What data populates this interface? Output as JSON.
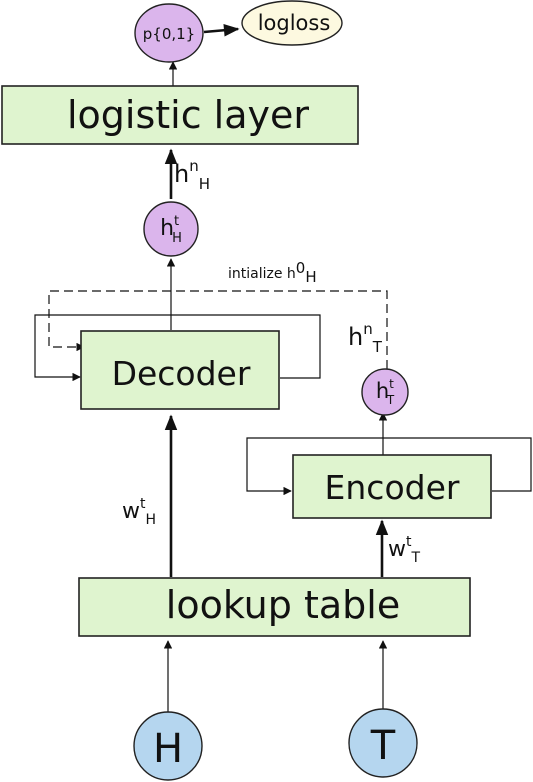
{
  "nodes": {
    "p01": "p{0,1}",
    "logloss": "logloss",
    "logistic_layer": "logistic layer",
    "decoder": "Decoder",
    "encoder": "Encoder",
    "lookup_table": "lookup table",
    "input_h": "H",
    "input_t": "T",
    "hidden_h": {
      "base": "h",
      "sup": "t",
      "sub": "H"
    },
    "hidden_t": {
      "base": "h",
      "sup": "t",
      "sub": "T"
    }
  },
  "labels": {
    "hn_h": {
      "base": "h",
      "sup": "n",
      "sub": "H"
    },
    "hn_t": {
      "base": "h",
      "sup": "n",
      "sub": "T"
    },
    "wt_h": {
      "base": "w",
      "sup": "t",
      "sub": "H"
    },
    "wt_t": {
      "base": "w",
      "sup": "t",
      "sub": "T"
    },
    "init": {
      "base": "intialize h",
      "sup": "0",
      "sub": "H"
    }
  },
  "colors": {
    "box_fill": "#dff4cf",
    "purple_node": "#dbb5ec",
    "blue_node": "#b5d6ef",
    "cream_node": "#fdf9e0"
  }
}
